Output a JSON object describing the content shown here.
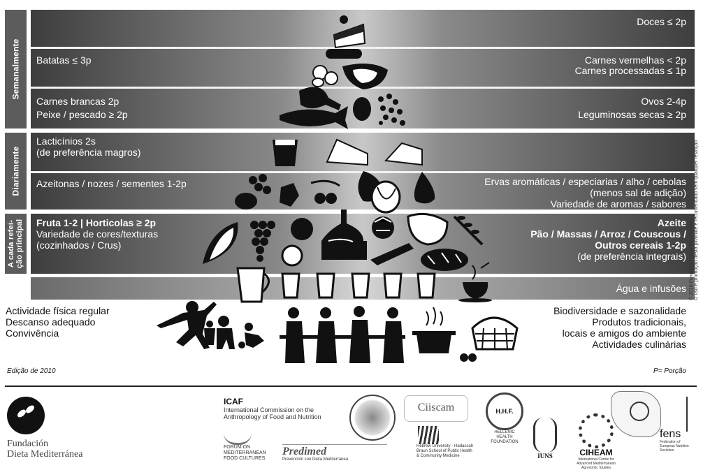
{
  "sections": {
    "weekly": "Semanalmente",
    "daily": "Diariamente",
    "meal_line1": "A cada refei-",
    "meal_line2": "ção principal"
  },
  "rows": {
    "r1_right": "Doces ≤ 2p",
    "r2_left": "Batatas ≤ 3p",
    "r2_right1": "Carnes vermelhas < 2p",
    "r2_right2": "Carnes processadas ≤ 1p",
    "r3_left1": "Carnes brancas 2p",
    "r3_left2": "Peixe / pescado ≥ 2p",
    "r3_right1": "Ovos 2-4p",
    "r3_right2": "Leguminosas secas ≥ 2p",
    "r4_left1": "Lacticínios 2s",
    "r4_left2": "(de preferência magros)",
    "r5_left": "Azeitonas / nozes / sementes 1-2p",
    "r5_right1": "Ervas aromáticas / especiarias / alho / cebolas",
    "r5_right2": "(menos sal de adição)",
    "r5_right3": "Variedade de aromas / sabores",
    "r6_left1": "Fruta 1-2 | Horticolas ≥ 2p",
    "r6_left2": "Variedade de cores/texturas",
    "r6_left3": "(cozinhados / Crus)",
    "r6_right1": "Azeite",
    "r6_right2": "Pão / Massas / Arroz / Couscous /",
    "r6_right3": "Outros cereais 1-2p",
    "r6_right4": "(de preferência integrais)",
    "r7_right": "Água e infusões"
  },
  "base": {
    "left1": "Actividade física regular",
    "left2": "Descanso adequado",
    "left3": "Convivência",
    "right1": "Biodiversidade e sazonalidade",
    "right2": "Produtos tradicionais,",
    "right3": "locais e amigos do ambiente",
    "right4": "Actividades culinárias"
  },
  "footer": {
    "edition": "Edição de 2010",
    "portion": "P= Porção",
    "copyright1": "© 2010 Fundación Dieta Mediterránea",
    "copyright2": "O uso e promoção desta pirâmide é recomendado sem qualquer restrição"
  },
  "logos": {
    "fundacion1": "Fundación",
    "fundacion2": "Dieta Mediterránea",
    "icaf_title": "ICAF",
    "icaf_sub1": "International Commission on the",
    "icaf_sub2": "Anthropology of Food and Nutrition",
    "forum1": "FORUM ON",
    "forum2": "MEDITERRANEAN",
    "forum3": "FOOD CULTURES",
    "predimed": "Predimed",
    "predimed_sub": "Prevención con Dieta Mediterránea",
    "ciiscam": "Ciiscam",
    "hebrew_uni": "Hebrew University - Hadassah",
    "hebrew_uni2": "Braun School of Public Health",
    "hebrew_uni3": "& Community Medicine",
    "hhf": "H.H.F.",
    "hhf_sub1": "HELLENIC",
    "hhf_sub2": "HEALTH",
    "hhf_sub3": "FOUNDATION",
    "iuns": "IUNS",
    "ciheam": "CIHEAM",
    "ciheam_sub": "International Centre for Advanced Mediterranean Agronomic Studies",
    "fens": "fens",
    "fens_sub": "Federation of European Nutrition Societies"
  }
}
